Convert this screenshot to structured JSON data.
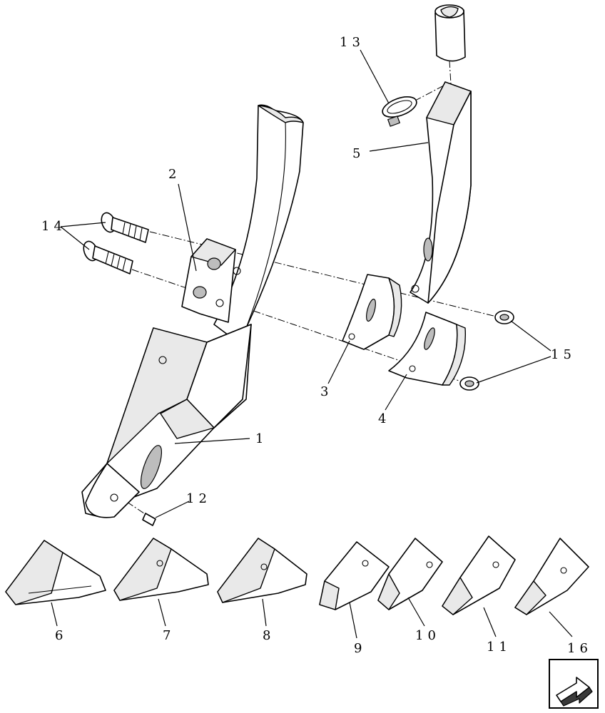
{
  "diagram": {
    "callouts": {
      "c1": "1",
      "c2": "2",
      "c3": "3",
      "c4": "4",
      "c5": "5",
      "c6": "6",
      "c7": "7",
      "c8": "8",
      "c9": "9",
      "c10": "10",
      "c11": "11",
      "c12": "12",
      "c13": "13",
      "c14": "14",
      "c15": "15",
      "c16": "16"
    },
    "nav_icon": "next-page-arrow-icon"
  }
}
